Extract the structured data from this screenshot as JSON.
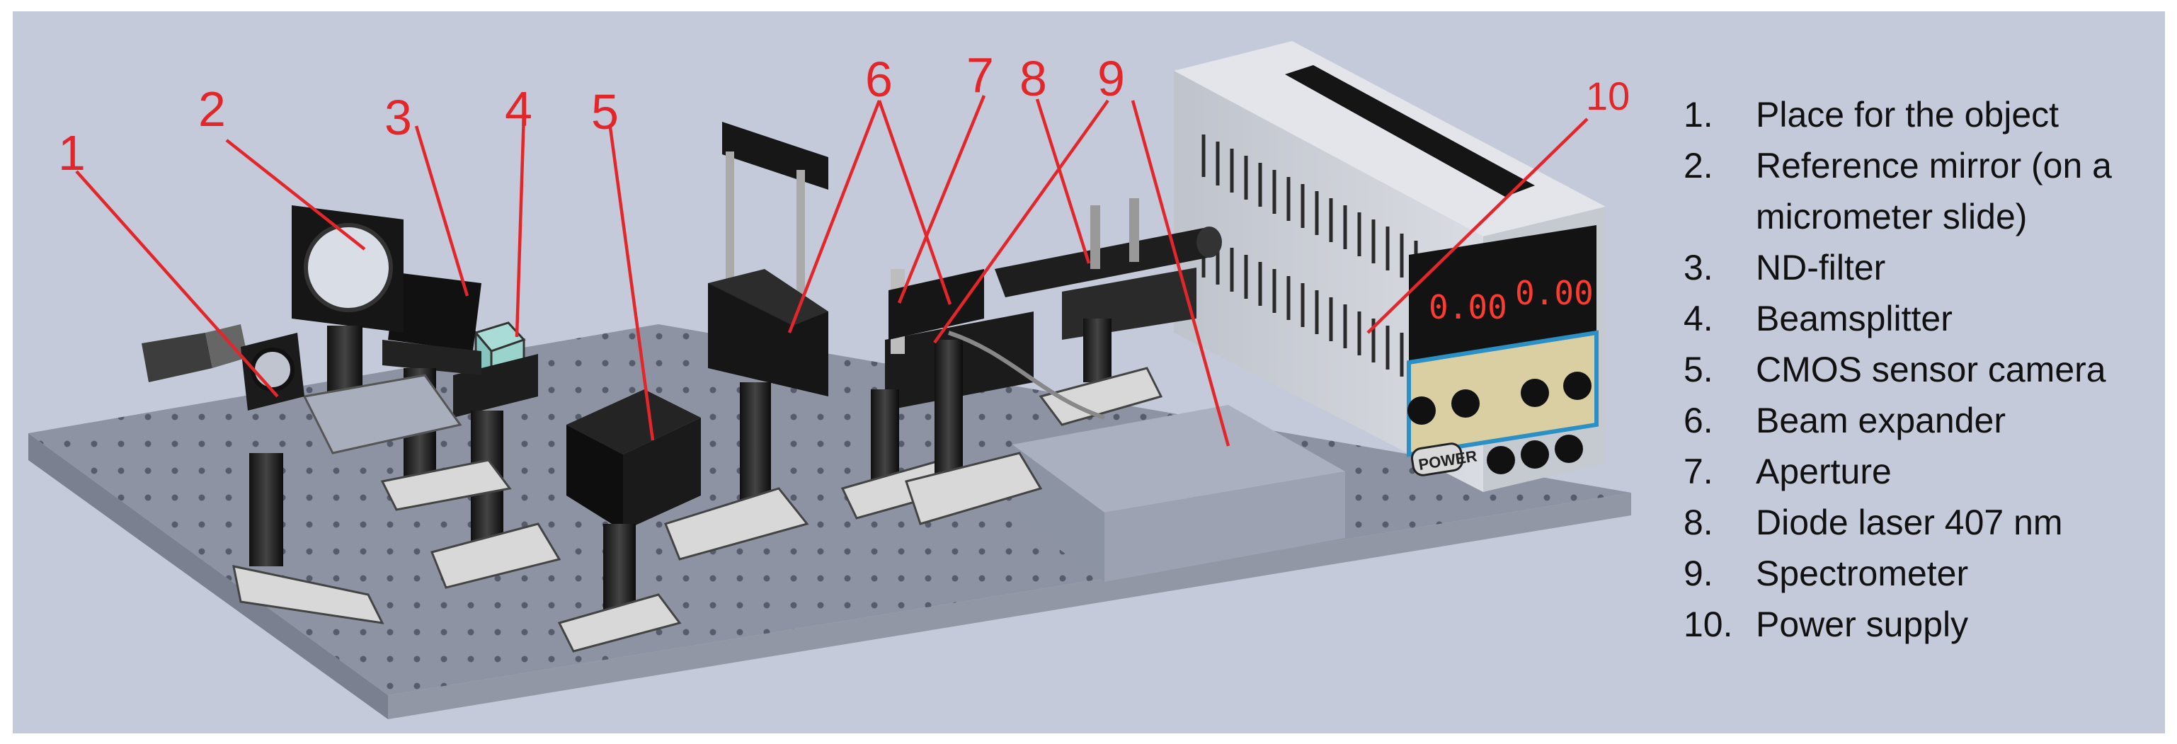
{
  "callouts": [
    {
      "number": "1"
    },
    {
      "number": "2"
    },
    {
      "number": "3"
    },
    {
      "number": "4"
    },
    {
      "number": "5"
    },
    {
      "number": "6"
    },
    {
      "number": "7"
    },
    {
      "number": "8"
    },
    {
      "number": "9"
    },
    {
      "number": "10"
    }
  ],
  "legend": [
    {
      "number": "1.",
      "text": "Place for the object"
    },
    {
      "number": "2.",
      "text": "Reference mirror (on a\nmicrometer slide)"
    },
    {
      "number": "3.",
      "text": "ND-filter"
    },
    {
      "number": "4.",
      "text": "Beamsplitter"
    },
    {
      "number": "5.",
      "text": "CMOS sensor camera"
    },
    {
      "number": "6.",
      "text": "Beam expander"
    },
    {
      "number": "7.",
      "text": "Aperture"
    },
    {
      "number": "8.",
      "text": "Diode laser 407 nm"
    },
    {
      "number": "9.",
      "text": "Spectrometer"
    },
    {
      "number": "10.",
      "text": "Power supply"
    }
  ],
  "power_supply": {
    "display_left": "0.00",
    "display_right": "0.00",
    "power_button": "POWER"
  },
  "colors": {
    "background": "#c4cad9",
    "callout_red": "#e3262a"
  }
}
